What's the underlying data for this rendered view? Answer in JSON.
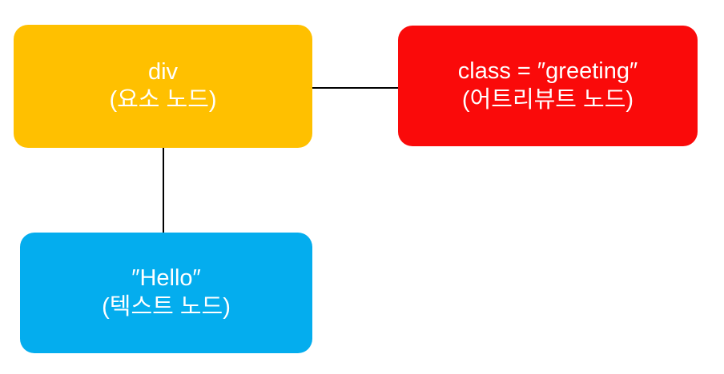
{
  "diagram": {
    "title": "DOM node structure diagram",
    "background_color": "#ffffff",
    "connector_color": "#000000"
  },
  "nodes": {
    "element": {
      "name": "element-node",
      "line1": "div",
      "line2": "(요소 노드)",
      "color": "#FFC000",
      "text_color": "#ffffff"
    },
    "attribute": {
      "name": "attribute-node",
      "line1": "class = ″greeting″",
      "line2": "(어트리뷰트 노드)",
      "color": "#FA0A0A",
      "text_color": "#ffffff"
    },
    "text": {
      "name": "text-node",
      "line1": "″Hello″",
      "line2": "(텍스트 노드)",
      "color": "#04ADEE",
      "text_color": "#ffffff"
    }
  },
  "connectors": [
    {
      "name": "element-to-attribute",
      "orientation": "horizontal",
      "from": "element",
      "to": "attribute"
    },
    {
      "name": "element-to-text",
      "orientation": "vertical",
      "from": "element",
      "to": "text"
    }
  ]
}
